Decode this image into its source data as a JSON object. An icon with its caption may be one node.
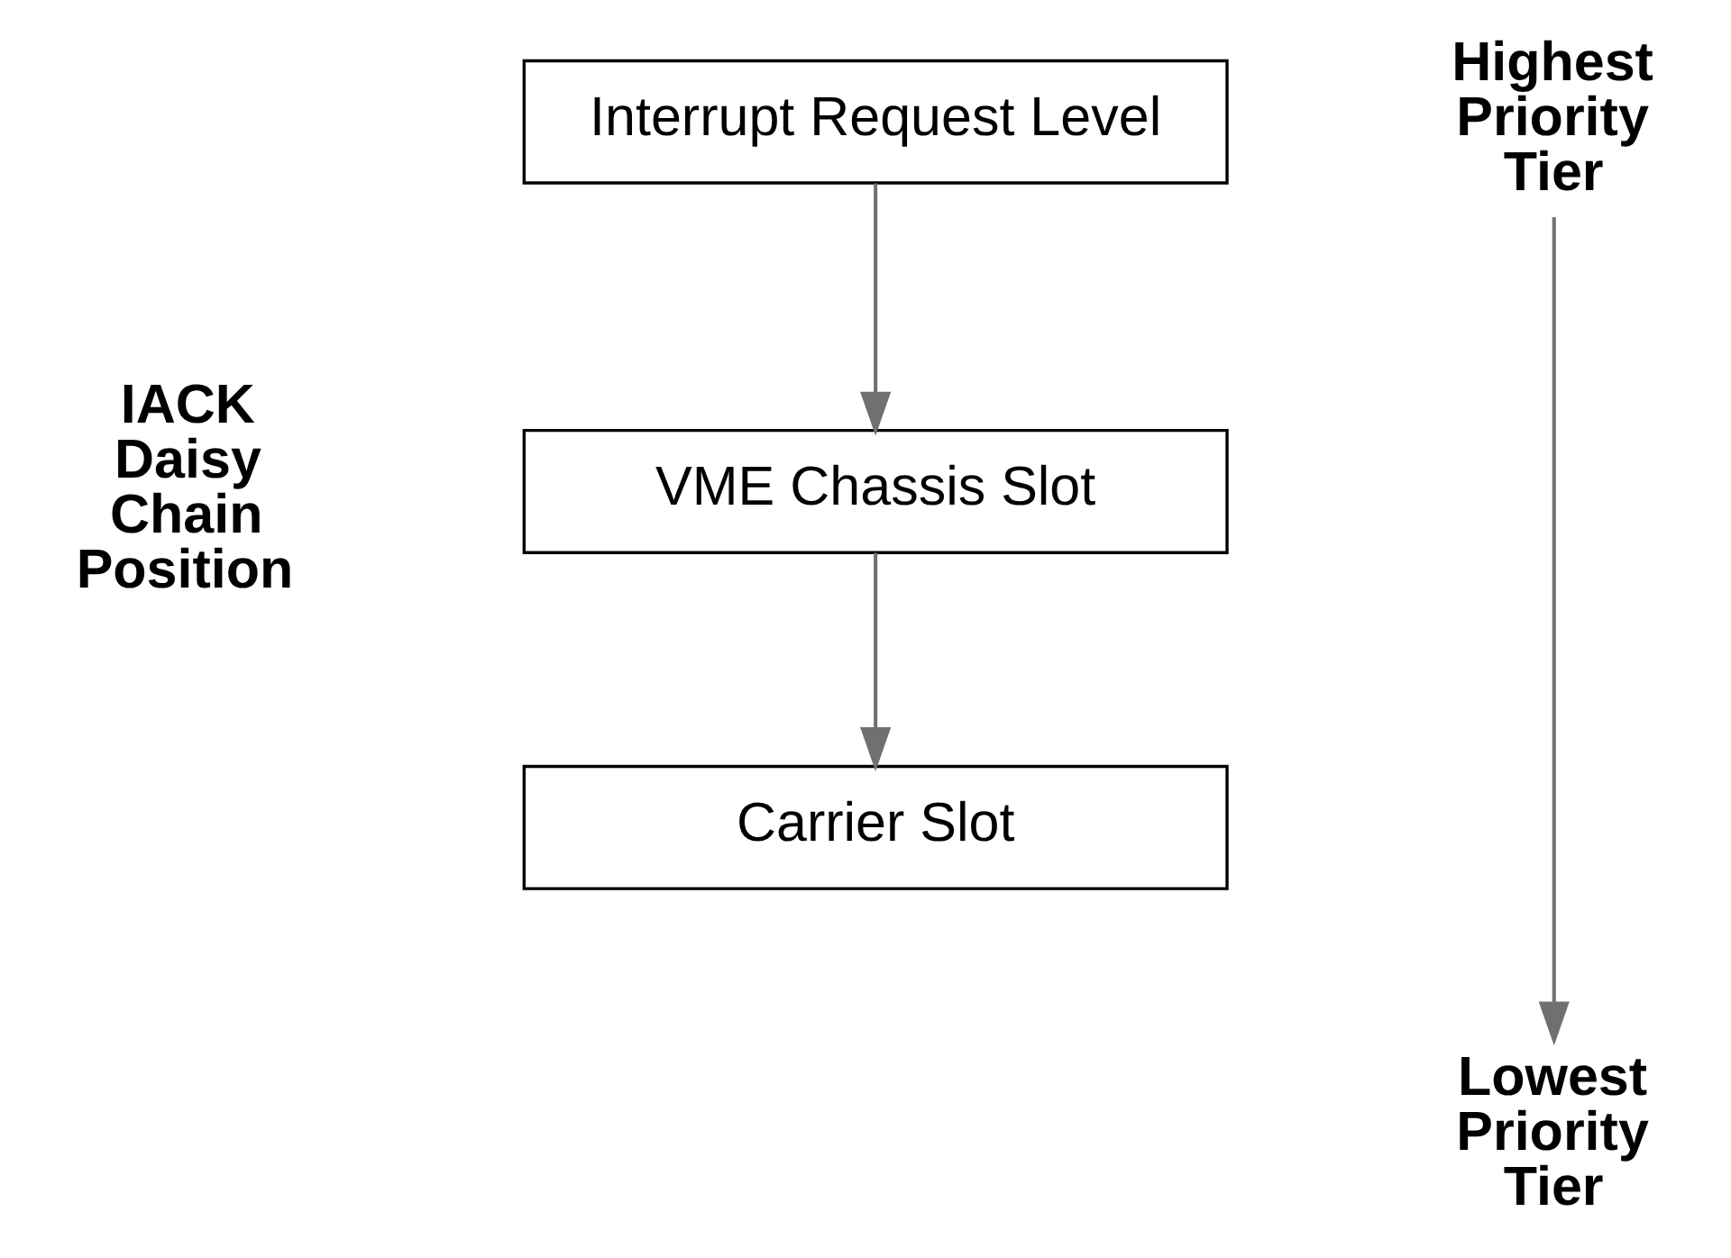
{
  "diagram": {
    "nodes": [
      {
        "text": [
          "Interrupt Request Level"
        ]
      },
      {
        "text": [
          "VME Chassis Slot"
        ]
      },
      {
        "text": [
          "Carrier Slot"
        ]
      },
      {
        "text": [
          "Highest Priority Tier"
        ]
      },
      {
        "text": [
          "Lowest Priority Tier"
        ]
      }
    ],
    "edges": [
      {
        "from": 0,
        "to": 1,
        "arrow": "to"
      },
      {
        "from": 1,
        "to": 2,
        "arrow": "to"
      },
      {
        "from": 3,
        "to": 4,
        "arrow": "to"
      }
    ],
    "labels": [
      "IACK Daisy Chain Position"
    ]
  }
}
